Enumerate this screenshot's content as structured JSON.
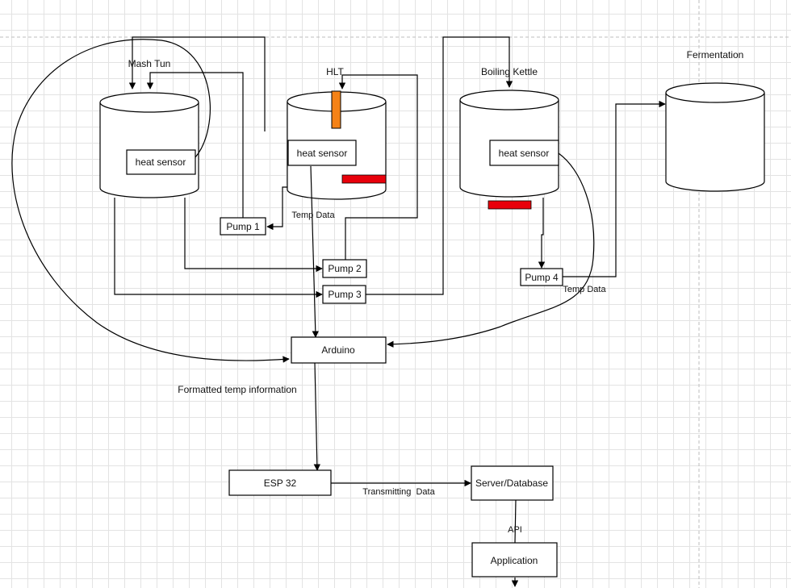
{
  "labels": {
    "mash_tun": "Mash Tun",
    "hlt": "HLT",
    "boiling_kettle": "Boiling Kettle",
    "fermentation": "Fermentation",
    "heat_sensor_mash": "heat sensor",
    "heat_sensor_hlt": "heat sensor",
    "heat_sensor_kettle": "heat sensor",
    "pump1": "Pump 1",
    "pump2": "Pump 2",
    "pump3": "Pump 3",
    "pump4": "Pump 4",
    "temp_data_1": "Temp Data",
    "temp_data_2": "Temp Data",
    "arduino": "Arduino",
    "formatted": "Formatted temp information",
    "esp32": "ESP 32",
    "transmitting": "Transmitting  Data",
    "server": "Server/Database",
    "api": "API",
    "application": "Application"
  },
  "colors": {
    "line": "#000000",
    "heater_red": "#e8000b",
    "hlt_sensor_orange": "#f58216",
    "grid": "#e3e3e3",
    "background": "#ffffff"
  }
}
